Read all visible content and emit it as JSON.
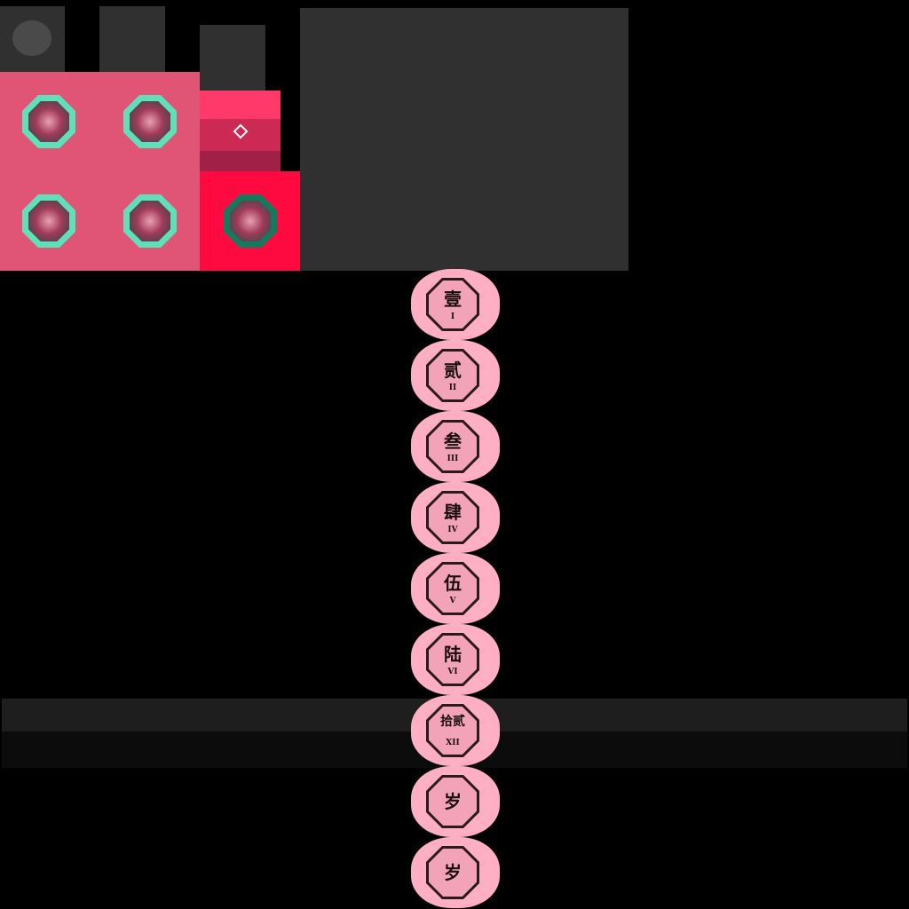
{
  "atlas": {
    "colors": {
      "panel": "#e05575",
      "bright": "#ff3a6a",
      "red": "#ff0a40",
      "teal": "#5fe0b8",
      "slot": "#303030"
    },
    "icons": [
      "crosshair-icon",
      "chains-icon",
      "lotus-icon",
      "scroll-icon",
      "spirit-icon"
    ],
    "medallions": [
      {
        "char": "壹",
        "numeral": "I"
      },
      {
        "char": "贰",
        "numeral": "II"
      },
      {
        "char": "叁",
        "numeral": "III"
      },
      {
        "char": "肆",
        "numeral": "IV"
      },
      {
        "char": "伍",
        "numeral": "V"
      },
      {
        "char": "陆",
        "numeral": "VI"
      },
      {
        "char": "拾贰",
        "numeral": "XII"
      },
      {
        "char": "岁",
        "numeral": ""
      },
      {
        "char": "岁",
        "numeral": ""
      }
    ]
  }
}
